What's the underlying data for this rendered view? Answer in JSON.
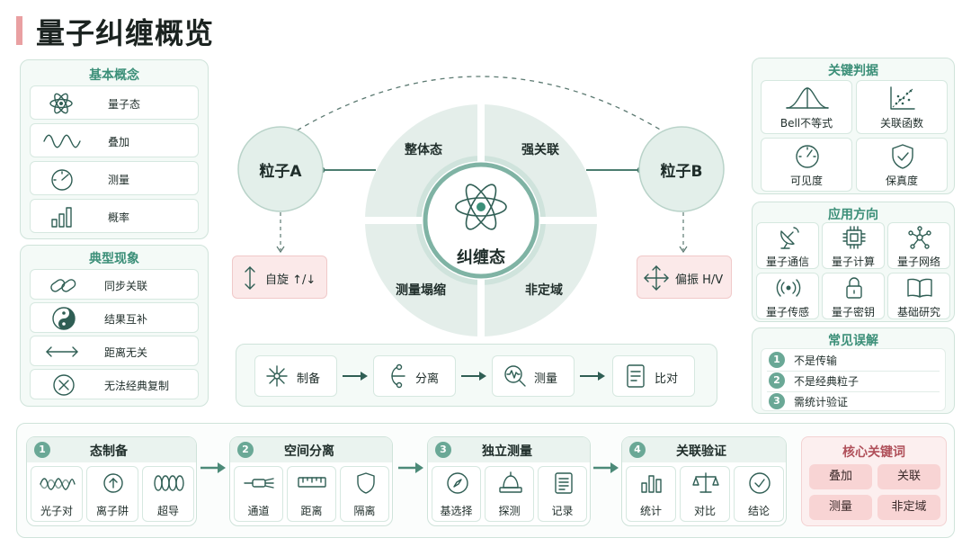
{
  "title": "量子纠缠概览",
  "basic": {
    "title": "基本概念",
    "items": [
      {
        "label": "量子态",
        "icon": "atom-icon"
      },
      {
        "label": "叠加",
        "icon": "wave-icon"
      },
      {
        "label": "测量",
        "icon": "gauge-icon"
      },
      {
        "label": "概率",
        "icon": "bar-chart-icon"
      }
    ]
  },
  "phenomena": {
    "title": "典型现象",
    "items": [
      {
        "label": "同步关联",
        "icon": "link-icon"
      },
      {
        "label": "结果互补",
        "icon": "yin-yang-icon"
      },
      {
        "label": "距离无关",
        "icon": "double-arrow-icon"
      },
      {
        "label": "无法经典复制",
        "icon": "no-copy-icon"
      }
    ]
  },
  "center": {
    "particle_a": "粒子A",
    "particle_b": "粒子B",
    "core": "纠缠态",
    "quadrants": [
      "整体态",
      "强关联",
      "测量塌缩",
      "非定域"
    ],
    "spin_a": "自旋 ↑/↓",
    "polar_b": "偏振 H/V"
  },
  "flow": [
    {
      "label": "制备",
      "icon": "burst-icon"
    },
    {
      "label": "分离",
      "icon": "split-icon"
    },
    {
      "label": "测量",
      "icon": "magnifier-wave-icon"
    },
    {
      "label": "比对",
      "icon": "document-icon"
    }
  ],
  "criteria": {
    "title": "关键判据",
    "items": [
      {
        "label": "Bell不等式",
        "icon": "bell-curve-icon"
      },
      {
        "label": "关联函数",
        "icon": "scatter-icon"
      },
      {
        "label": "可见度",
        "icon": "dial-icon"
      },
      {
        "label": "保真度",
        "icon": "shield-check-icon"
      }
    ]
  },
  "applications": {
    "title": "应用方向",
    "items": [
      {
        "label": "量子通信",
        "icon": "satellite-dish-icon"
      },
      {
        "label": "量子计算",
        "icon": "chip-icon"
      },
      {
        "label": "量子网络",
        "icon": "network-icon"
      },
      {
        "label": "量子传感",
        "icon": "sensor-icon"
      },
      {
        "label": "量子密钥",
        "icon": "lock-icon"
      },
      {
        "label": "基础研究",
        "icon": "book-icon"
      }
    ]
  },
  "misconceptions": {
    "title": "常见误解",
    "items": [
      {
        "n": "1",
        "label": "不是传输"
      },
      {
        "n": "2",
        "label": "不是经典粒子"
      },
      {
        "n": "3",
        "label": "需统计验证"
      }
    ]
  },
  "steps": [
    {
      "n": "1",
      "title": "态制备",
      "items": [
        {
          "label": "光子对",
          "icon": "photon-wave-icon"
        },
        {
          "label": "离子阱",
          "icon": "ion-trap-icon"
        },
        {
          "label": "超导",
          "icon": "coil-icon"
        }
      ]
    },
    {
      "n": "2",
      "title": "空间分离",
      "items": [
        {
          "label": "通道",
          "icon": "fiber-icon"
        },
        {
          "label": "距离",
          "icon": "ruler-icon"
        },
        {
          "label": "隔离",
          "icon": "shield-icon"
        }
      ]
    },
    {
      "n": "3",
      "title": "独立测量",
      "items": [
        {
          "label": "基选择",
          "icon": "compass-icon"
        },
        {
          "label": "探测",
          "icon": "detector-icon"
        },
        {
          "label": "记录",
          "icon": "notes-icon"
        }
      ]
    },
    {
      "n": "4",
      "title": "关联验证",
      "items": [
        {
          "label": "统计",
          "icon": "bar-chart-icon"
        },
        {
          "label": "对比",
          "icon": "balance-icon"
        },
        {
          "label": "结论",
          "icon": "check-circle-icon"
        }
      ]
    }
  ],
  "keywords": {
    "title": "核心关键词",
    "items": [
      "叠加",
      "关联",
      "测量",
      "非定域"
    ]
  }
}
